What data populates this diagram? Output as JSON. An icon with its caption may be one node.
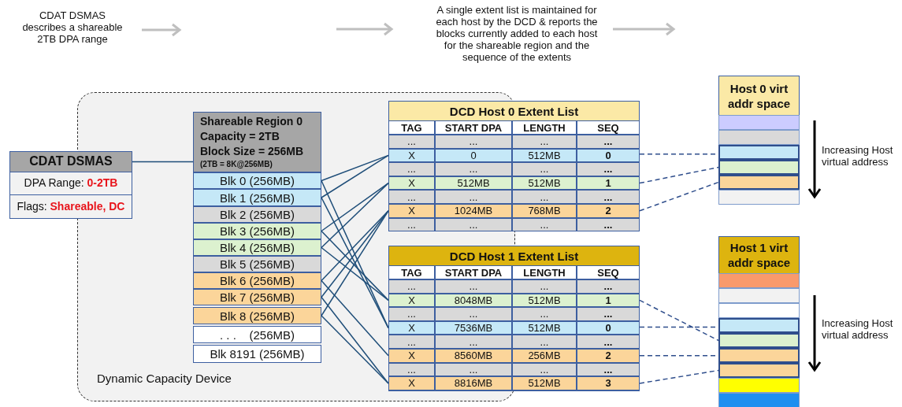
{
  "diagram": {
    "nodes": [
      {
        "text": [
          "Dynamic Capacity Device"
        ]
      },
      {
        "text": [
          "CDAT DSMAS",
          "DPA Range: **0-2TB**",
          "Flags: **Shareable, DC**"
        ]
      },
      {
        "text": [
          "Shareable Region 0",
          "Capacity = 2TB",
          "Block Size = 256MB",
          "(2TB = 8K@256MB)"
        ],
        "in": 0
      },
      {
        "text": [
          "Blk 0 (256MB)"
        ],
        "in": 0
      },
      {
        "text": [
          "Blk 1 (256MB)"
        ],
        "in": 0
      },
      {
        "text": [
          "Blk 2 (256MB)"
        ],
        "in": 0
      },
      {
        "text": [
          "Blk 3 (256MB)"
        ],
        "in": 0
      },
      {
        "text": [
          "Blk 4 (256MB)"
        ],
        "in": 0
      },
      {
        "text": [
          "Blk 5 (256MB)"
        ],
        "in": 0
      },
      {
        "text": [
          "Blk 6 (256MB)"
        ],
        "in": 0
      },
      {
        "text": [
          "Blk 7 (256MB)"
        ],
        "in": 0
      },
      {
        "text": [
          "Blk 8 (256MB)"
        ],
        "in": 0
      },
      {
        "text": [
          ". . .    (256MB)"
        ],
        "in": 0
      },
      {
        "text": [
          "Blk 8191 (256MB)"
        ],
        "in": 0
      },
      {
        "text": [
          "DCD Host 0 Extent List"
        ]
      },
      {
        "text": [
          "TAG",
          "START DPA",
          "LENGTH",
          "SEQ"
        ],
        "in": 14
      },
      {
        "text": [
          "...",
          "...",
          "...",
          "..."
        ],
        "in": 14
      },
      {
        "text": [
          "X",
          "0",
          "512MB",
          "0"
        ],
        "in": 14
      },
      {
        "text": [
          "...",
          "...",
          "...",
          "..."
        ],
        "in": 14
      },
      {
        "text": [
          "X",
          "512MB",
          "512MB",
          "1"
        ],
        "in": 14
      },
      {
        "text": [
          "...",
          "...",
          "...",
          "..."
        ],
        "in": 14
      },
      {
        "text": [
          "X",
          "1024MB",
          "768MB",
          "2"
        ],
        "in": 14
      },
      {
        "text": [
          "...",
          "...",
          "...",
          "..."
        ],
        "in": 14
      },
      {
        "text": [
          "DCD Host 1 Extent List"
        ]
      },
      {
        "text": [
          "TAG",
          "START DPA",
          "LENGTH",
          "SEQ"
        ],
        "in": 23
      },
      {
        "text": [
          "...",
          "...",
          "...",
          "..."
        ],
        "in": 23
      },
      {
        "text": [
          "X",
          "8048MB",
          "512MB",
          "1"
        ],
        "in": 23
      },
      {
        "text": [
          "...",
          "...",
          "...",
          "..."
        ],
        "in": 23
      },
      {
        "text": [
          "X",
          "7536MB",
          "512MB",
          "0"
        ],
        "in": 23
      },
      {
        "text": [
          "...",
          "...",
          "...",
          "..."
        ],
        "in": 23
      },
      {
        "text": [
          "X",
          "8560MB",
          "256MB",
          "2"
        ],
        "in": 23
      },
      {
        "text": [
          "...",
          "...",
          "...",
          "..."
        ],
        "in": 23
      },
      {
        "text": [
          "X",
          "8816MB",
          "512MB",
          "3"
        ],
        "in": 23
      },
      {
        "text": [
          "Host 0 virt addr space"
        ]
      },
      {
        "text": [],
        "shape": "box",
        "in": 33
      },
      {
        "text": [],
        "shape": "box",
        "in": 33
      },
      {
        "text": [],
        "shape": "box",
        "in": 33
      },
      {
        "text": [],
        "shape": "box",
        "in": 33
      },
      {
        "text": [],
        "shape": "box",
        "in": 33
      },
      {
        "text": [],
        "shape": "box",
        "in": 33
      },
      {
        "text": [
          "Host 1 virt addr space"
        ]
      },
      {
        "text": [],
        "shape": "box",
        "in": 40
      },
      {
        "text": [],
        "shape": "box",
        "in": 40
      },
      {
        "text": [],
        "shape": "box",
        "in": 40
      },
      {
        "text": [],
        "shape": "box",
        "in": 40
      },
      {
        "text": [],
        "shape": "box",
        "in": 40
      },
      {
        "text": [],
        "shape": "box",
        "in": 40
      },
      {
        "text": [],
        "shape": "box",
        "in": 40
      },
      {
        "text": [],
        "shape": "box",
        "in": 40
      },
      {
        "text": [],
        "shape": "box",
        "in": 40
      }
    ],
    "edges": [
      {
        "from": 1,
        "to": 2,
        "arrow": "none"
      },
      {
        "from": 3,
        "to": 17,
        "arrow": "none"
      },
      {
        "from": 4,
        "to": 17,
        "arrow": "none"
      },
      {
        "from": 6,
        "to": 19,
        "arrow": "none"
      },
      {
        "from": 7,
        "to": 19,
        "arrow": "none"
      },
      {
        "from": 9,
        "to": 21,
        "arrow": "none"
      },
      {
        "from": 10,
        "to": 21,
        "arrow": "none"
      },
      {
        "from": 11,
        "to": 21,
        "arrow": "none"
      },
      {
        "from": 3,
        "to": 28,
        "arrow": "none"
      },
      {
        "from": 4,
        "to": 28,
        "arrow": "none"
      },
      {
        "from": 6,
        "to": 26,
        "arrow": "none"
      },
      {
        "from": 7,
        "to": 26,
        "arrow": "none"
      },
      {
        "from": 9,
        "to": 30,
        "arrow": "none"
      },
      {
        "from": 10,
        "to": 32,
        "arrow": "none"
      },
      {
        "from": 11,
        "to": 32,
        "arrow": "none"
      },
      {
        "from": 17,
        "to": 36,
        "arrow": "none",
        "style": "dashed"
      },
      {
        "from": 19,
        "to": 37,
        "arrow": "none",
        "style": "dashed"
      },
      {
        "from": 21,
        "to": 38,
        "arrow": "none",
        "style": "dashed"
      },
      {
        "from": 26,
        "to": 45,
        "arrow": "none",
        "style": "dashed"
      },
      {
        "from": 28,
        "to": 44,
        "arrow": "none",
        "style": "dashed"
      },
      {
        "from": 30,
        "to": 46,
        "arrow": "none",
        "style": "dashed"
      },
      {
        "from": 32,
        "to": 47,
        "arrow": "none",
        "style": "dashed"
      }
    ],
    "labels": [
      "CDAT DSMAS describes a shareable 2TB DPA range",
      "A single extent list is maintained for each host by the DCD & reports the blocks currently added to each host for the shareable region and the sequence of the extents",
      "Increasing Host virtual address",
      "Increasing Host virtual address"
    ]
  }
}
